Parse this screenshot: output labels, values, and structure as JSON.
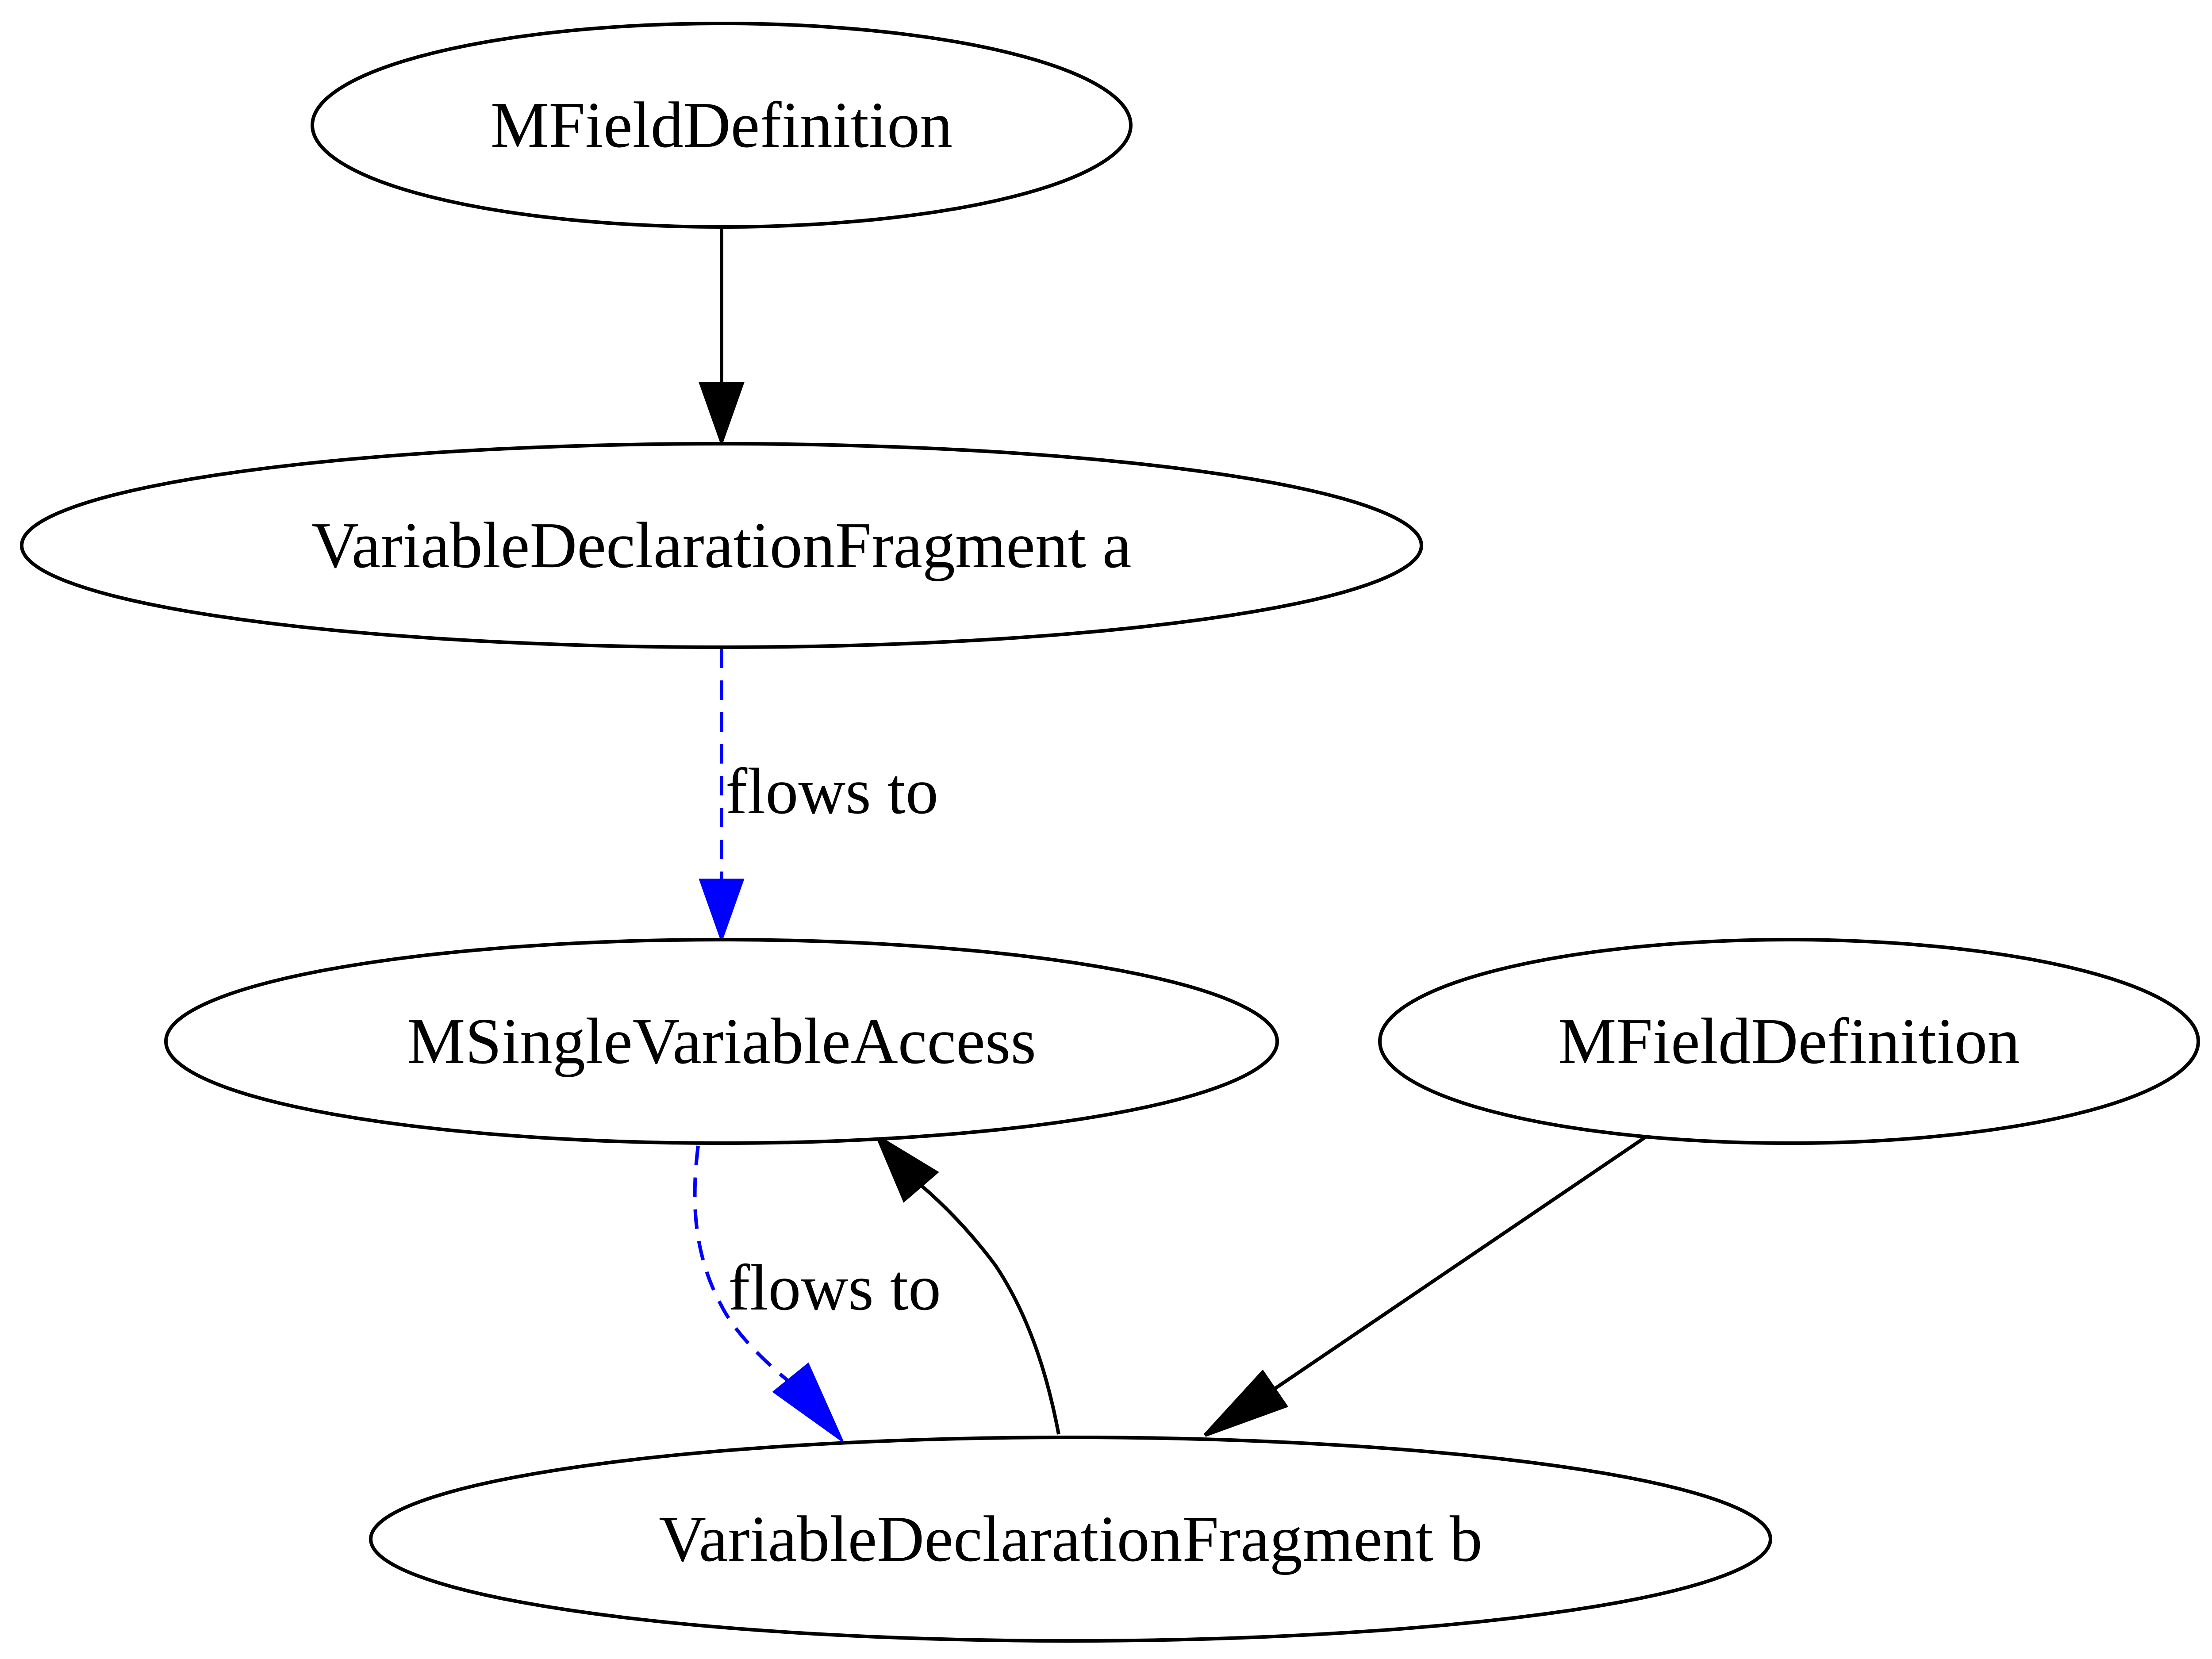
{
  "nodes": {
    "mfield_top": "MFieldDefinition",
    "vdf_a": "VariableDeclarationFragment a",
    "msva": "MSingleVariableAccess",
    "mfield_right": "MFieldDefinition",
    "vdf_b": "VariableDeclarationFragment b"
  },
  "edges": {
    "a_to_msva_label": "flows to",
    "msva_to_b_label": "flows to"
  },
  "colors": {
    "flow_edge": "#0000ff",
    "structural_edge": "#000000"
  }
}
